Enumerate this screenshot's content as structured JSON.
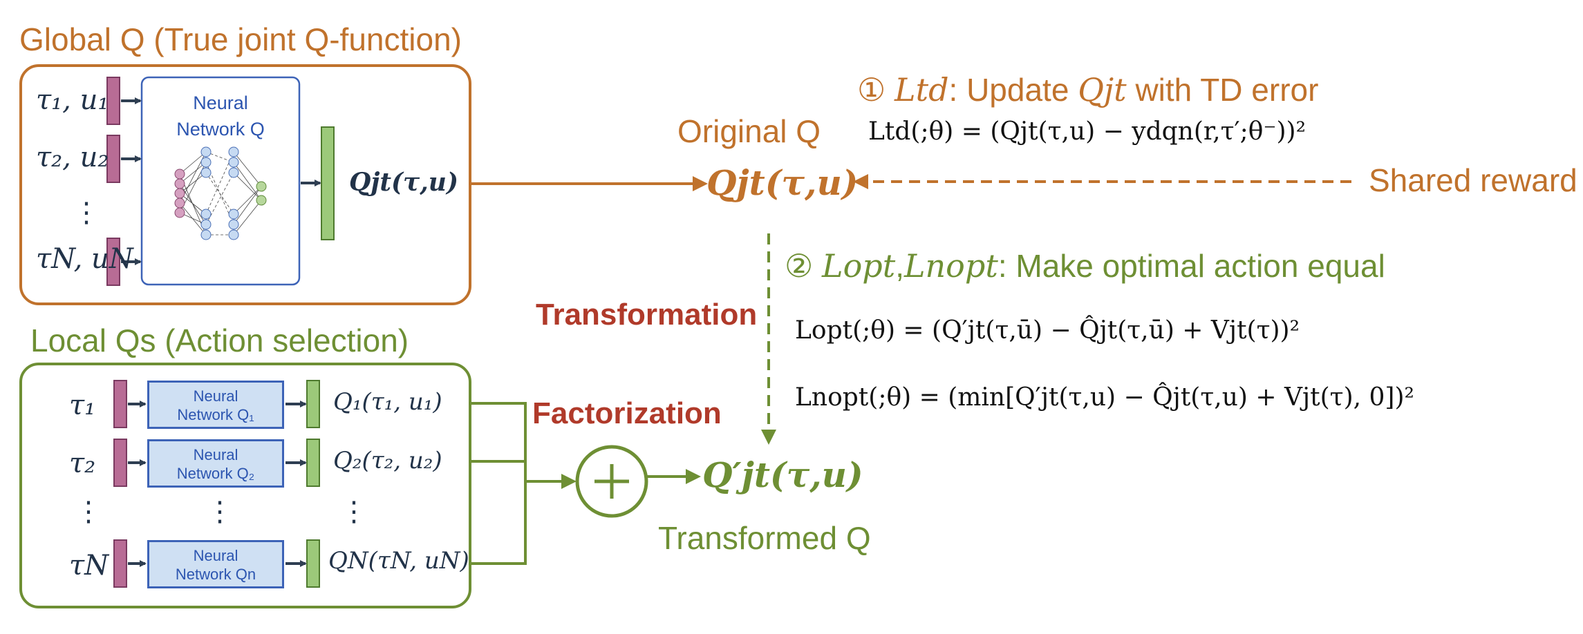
{
  "global": {
    "title": "Global Q (True joint Q-function)",
    "inputs": [
      "τ₁, u₁",
      "τ₂, u₂",
      "⋮",
      "τN, uN"
    ],
    "nn_line1": "Neural",
    "nn_line2": "Network Q",
    "output": "Qjt(τ,u)"
  },
  "original": {
    "title": "Original Q",
    "q": "Qjt(τ,u)"
  },
  "td": {
    "num": "①",
    "loss": "Ltd",
    "text1": ": Update ",
    "q": "Qjt",
    "text2": " with TD error",
    "equation": "Ltd(;θ) = (Qjt(τ,u) − ydqn(r,τ′;θ⁻))²"
  },
  "shared_reward": "Shared reward",
  "transformation": "Transformation",
  "factorization": "Factorization",
  "opt": {
    "num": "②",
    "loss1": "Lopt",
    "loss2": "Lnopt",
    "text": ": Make optimal action equal",
    "eq_opt": "Lopt(;θ) = (Q′jt(τ,ū) − Q̂jt(τ,ū) + Vjt(τ))²",
    "eq_nopt": "Lnopt(;θ) = (min[Q′jt(τ,u) − Q̂jt(τ,u) + Vjt(τ), 0])²"
  },
  "local": {
    "title": "Local Qs (Action selection)",
    "rows": [
      {
        "tau": "τ₁",
        "nn1": "Neural",
        "nn2": "Network Q₁",
        "q": "Q₁(τ₁, u₁)"
      },
      {
        "tau": "τ₂",
        "nn1": "Neural",
        "nn2": "Network Q₂",
        "q": "Q₂(τ₂, u₂)"
      },
      {
        "tau": "τN",
        "nn1": "Neural",
        "nn2": "Network Qn",
        "q": "QN(τN, uN)"
      }
    ],
    "dots": "⋮"
  },
  "transformed": {
    "q": "Q′jt(τ,u)",
    "title": "Transformed Q"
  },
  "colors": {
    "orange": "#c0722c",
    "green": "#6e8f34",
    "red": "#b03a2a",
    "blue": "#3d63b7",
    "input_bar": "#b86c95",
    "output_bar": "#9cc97a"
  }
}
